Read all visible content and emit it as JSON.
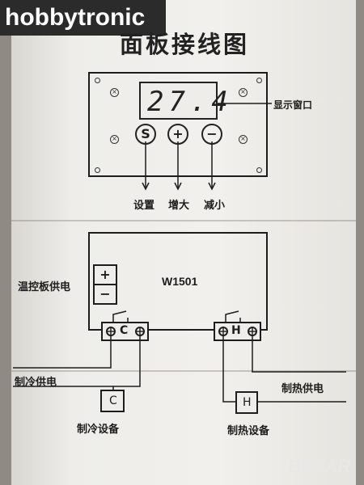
{
  "watermark": "hobbytronic",
  "corner_mark": "BAZAR",
  "title": "面板接线图",
  "panel": {
    "display_value": "27.4",
    "display_label": "显示窗口",
    "buttons": [
      {
        "symbol": "S",
        "label": "设置"
      },
      {
        "symbol": "+",
        "label": "增大"
      },
      {
        "symbol": "−",
        "label": "减小"
      }
    ]
  },
  "wiring": {
    "model": "W1501",
    "sensor_supply_label": "温控板供电",
    "plus": "+",
    "minus": "−",
    "cool_terminal": "C",
    "heat_terminal": "H",
    "cool_supply_label": "制冷供电",
    "heat_supply_label": "制热供电",
    "cool_device_label": "制冷设备",
    "heat_device_label": "制热设备"
  },
  "colors": {
    "ink": "#1d1d1d",
    "paper": "#eeede9",
    "watermark_bg": "#2b2b2b"
  }
}
